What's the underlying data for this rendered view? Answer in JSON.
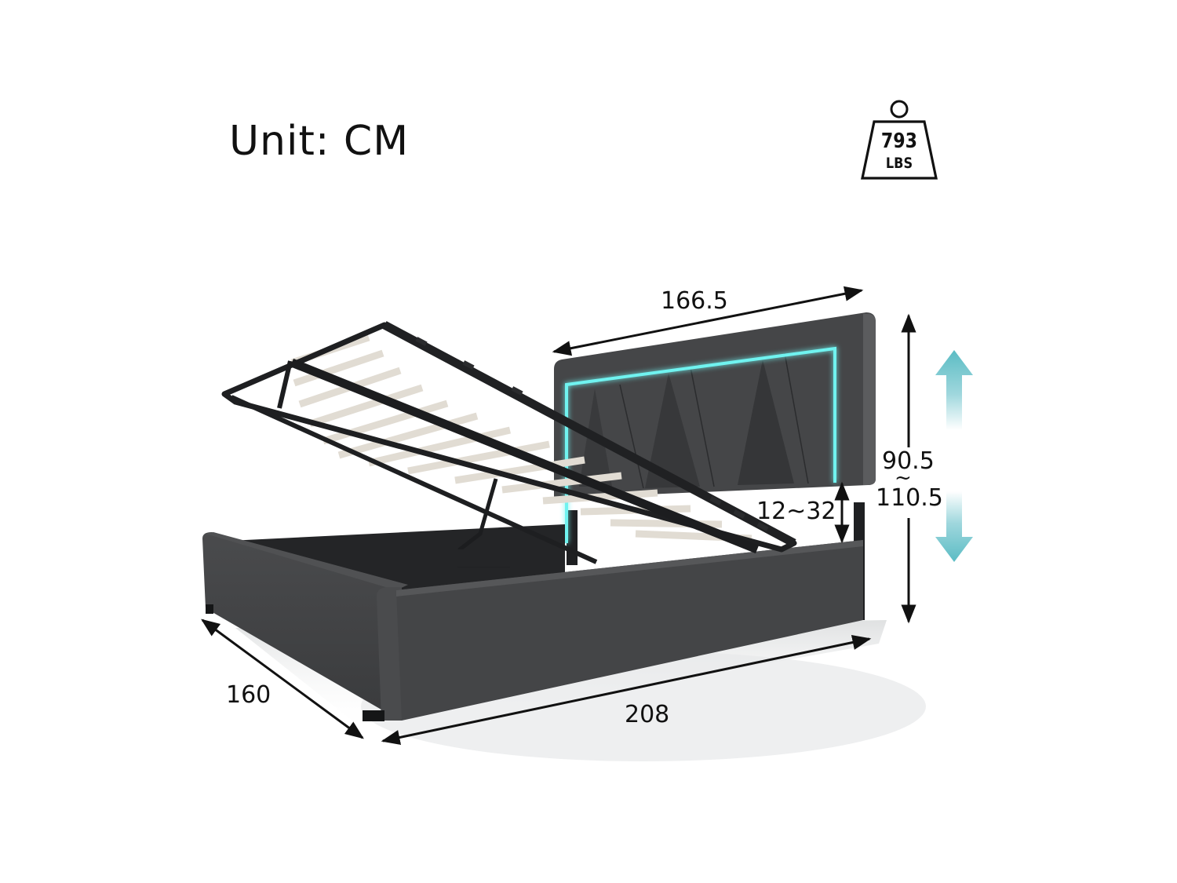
{
  "header": {
    "unit_label": "Unit: CM"
  },
  "weight_badge": {
    "icon": "weight-icon",
    "value": "793",
    "unit": "LBS"
  },
  "dimensions": {
    "headboard_width": "166.5",
    "total_height_min": "90.5",
    "total_height_sep": "~",
    "total_height_max": "110.5",
    "headboard_adjust": "12~32",
    "width": "160",
    "length": "208"
  },
  "colors": {
    "fabric": "#3f4042",
    "fabric_dark": "#2c2d2f",
    "frame_metal": "#1e1f21",
    "slats": "#e3ded6",
    "led": "#6ff3f0",
    "arrow_teal": "#5bbcc4",
    "text": "#111111"
  }
}
